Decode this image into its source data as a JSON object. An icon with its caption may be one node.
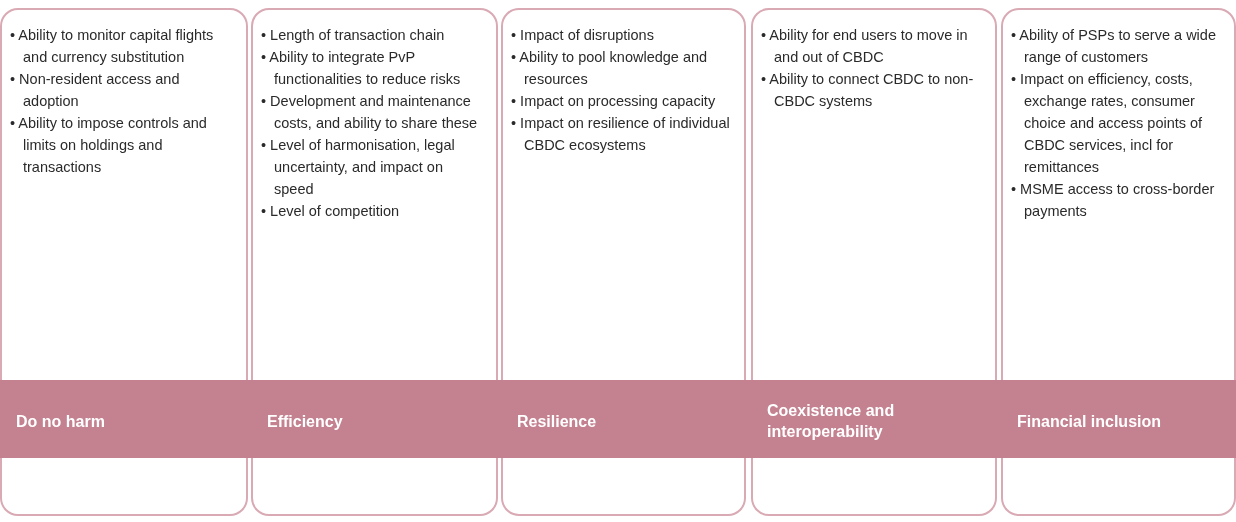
{
  "diagram": {
    "nodes": [
      {
        "text": [
          "• Ability to monitor capital flights and currency substitution",
          "• Non-resident access and adoption",
          "• Ability to impose controls and limits on holdings and transactions",
          "Do no harm"
        ]
      },
      {
        "text": [
          "• Length of transaction chain",
          "• Ability to integrate PvP functionalities to reduce risks",
          "• Development and maintenance costs, and ability to share these",
          "• Level of harmonisation, legal uncertainty, and impact on speed",
          "• Level of competition",
          "Efficiency"
        ]
      },
      {
        "text": [
          "• Impact of disruptions",
          "• Ability to pool knowledge and resources",
          "• Impact on processing capacity",
          "• Impact on resilience of individual CBDC ecosystems",
          "Resilience"
        ]
      },
      {
        "text": [
          "• Ability for end users to move in and out of CBDC",
          "• Ability to connect CBDC to non-CBDC systems",
          "Coexistence and interoperability"
        ]
      },
      {
        "text": [
          "• Ability of PSPs to serve a wide range of customers",
          "• Impact on efficiency, costs, exchange rates, consumer choice and access points of CBDC services, incl for remittances",
          "• MSME access to cross-border payments",
          "Financial inclusion"
        ]
      }
    ]
  }
}
